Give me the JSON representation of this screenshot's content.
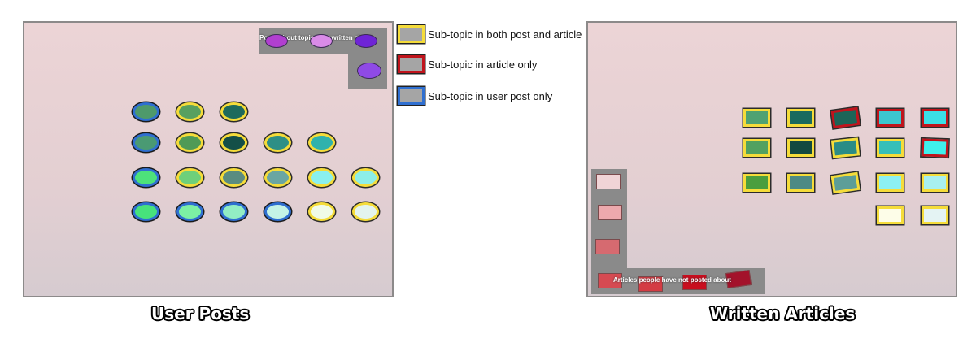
{
  "legend": [
    {
      "label": "Sub-topic in both post and article",
      "border_color": "#f5dc3a",
      "kind": "yellow"
    },
    {
      "label": "Sub-topic in article only",
      "border_color": "#c0141c",
      "kind": "red"
    },
    {
      "label": "Sub-topic in user post only",
      "border_color": "#2f6fd0",
      "kind": "blue"
    }
  ],
  "user_posts": {
    "caption": "User Posts",
    "strip_label": "Posts about topics not written about",
    "unmatched_fills": [
      "#b13fd0",
      "#d98be8",
      "#6f24d6",
      "#8f4ae6"
    ],
    "rows": [
      [
        {
          "fill": "#4e9a6b",
          "border": "blue"
        },
        {
          "fill": "#58a060",
          "border": "yellow"
        },
        {
          "fill": "#1e6a5c",
          "border": "yellow"
        }
      ],
      [
        {
          "fill": "#4a9a73",
          "border": "blue"
        },
        {
          "fill": "#4f9a56",
          "border": "yellow"
        },
        {
          "fill": "#144f48",
          "border": "yellow"
        },
        {
          "fill": "#2e8f86",
          "border": "yellow"
        },
        {
          "fill": "#2fb2ad",
          "border": "yellow"
        }
      ],
      [
        {
          "fill": "#4de27a",
          "border": "blue"
        },
        {
          "fill": "#6ed07a",
          "border": "yellow"
        },
        {
          "fill": "#5a8c80",
          "border": "yellow"
        },
        {
          "fill": "#6aa6a2",
          "border": "yellow"
        },
        {
          "fill": "#8af0ee",
          "border": "yellow"
        },
        {
          "fill": "#8deee8",
          "border": "yellow"
        }
      ],
      [
        {
          "fill": "#47e27c",
          "border": "blue"
        },
        {
          "fill": "#7cf0a4",
          "border": "blue"
        },
        {
          "fill": "#92eec4",
          "border": "blue"
        },
        {
          "fill": "#c4f4e6",
          "border": "blue"
        },
        {
          "fill": "#f0fbe8",
          "border": "yellow"
        },
        {
          "fill": "#e3f4ee",
          "border": "yellow"
        }
      ]
    ]
  },
  "written_articles": {
    "caption": "Written Articles",
    "strip_label": "Articles people have not posted about",
    "unmatched_fills": [
      "#f0d4d6",
      "#eda9ad",
      "#d66a70",
      "#d64a52",
      "#d43c44",
      "#c80e1e",
      "#a3122b"
    ],
    "rows": [
      [
        {
          "fill": "#4fa272",
          "border": "yellow"
        },
        {
          "fill": "#1a6a5e",
          "border": "yellow"
        },
        {
          "fill": "#1c6558",
          "border": "red"
        },
        {
          "fill": "#3cc6cf",
          "border": "red"
        },
        {
          "fill": "#3bdfe6",
          "border": "red"
        }
      ],
      [
        {
          "fill": "#52a160",
          "border": "yellow"
        },
        {
          "fill": "#134a40",
          "border": "yellow"
        },
        {
          "fill": "#2a8c86",
          "border": "yellow"
        },
        {
          "fill": "#36bfb9",
          "border": "yellow"
        },
        {
          "fill": "#3ff0ec",
          "border": "red"
        }
      ],
      [
        {
          "fill": "#4a9e3e",
          "border": "yellow"
        },
        {
          "fill": "#4d8a84",
          "border": "yellow"
        },
        {
          "fill": "#5d9e98",
          "border": "yellow"
        },
        {
          "fill": "#8cf0f2",
          "border": "yellow"
        },
        {
          "fill": "#a8f0f0",
          "border": "yellow"
        }
      ],
      [
        {
          "fill": "#fdfde8",
          "border": "yellow"
        },
        {
          "fill": "#e4f3f3",
          "border": "yellow"
        }
      ]
    ]
  }
}
